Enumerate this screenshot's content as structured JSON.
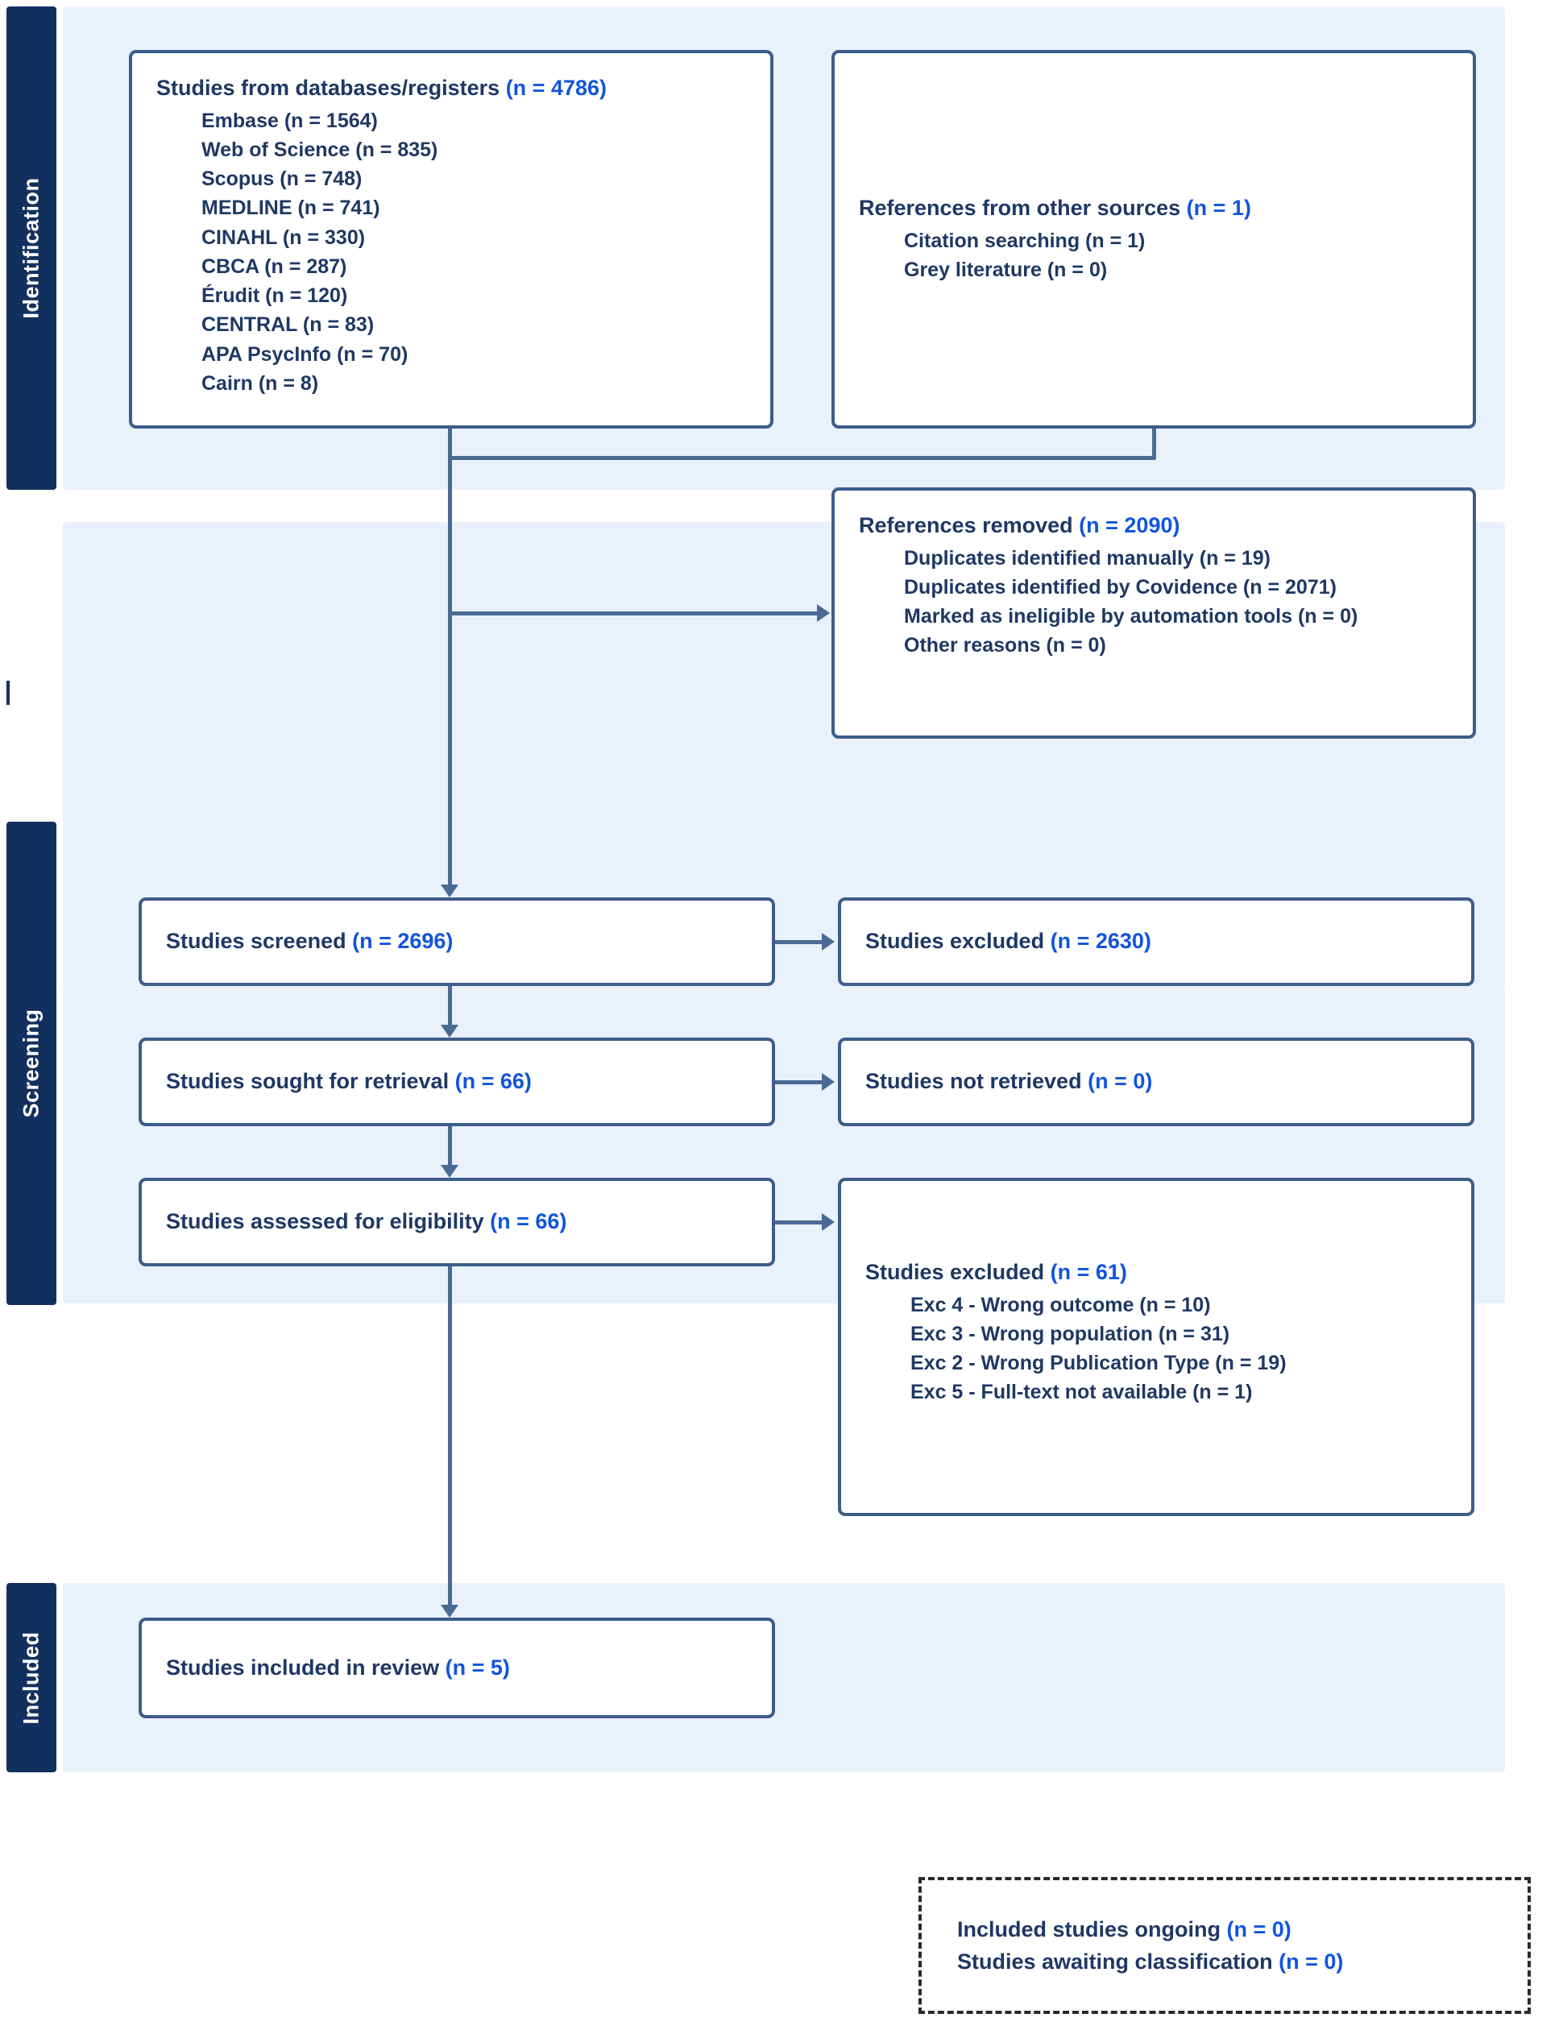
{
  "diagram": {
    "type": "PRISMA flow diagram",
    "stages": [
      {
        "id": "identification",
        "label": "Identification"
      },
      {
        "id": "screening",
        "label": "Screening"
      },
      {
        "id": "included",
        "label": "Included"
      }
    ]
  },
  "identification": {
    "databases_box": {
      "title_label": "Studies from databases/registers",
      "title_count": "(n = 4786)",
      "sources": [
        "Embase (n = 1564)",
        "Web of Science (n = 835)",
        "Scopus (n = 748)",
        "MEDLINE (n = 741)",
        "CINAHL (n = 330)",
        "CBCA (n = 287)",
        "Érudit (n = 120)",
        "CENTRAL (n = 83)",
        "APA PsycInfo (n = 70)",
        "Cairn (n = 8)"
      ]
    },
    "other_sources_box": {
      "title_label": "References from other sources",
      "title_count": "(n = 1)",
      "sources": [
        "Citation searching (n = 1)",
        "Grey literature (n = 0)"
      ]
    },
    "removed_box": {
      "title_label": "References removed",
      "title_count": "(n = 2090)",
      "reasons": [
        "Duplicates identified manually (n = 19)",
        "Duplicates identified by Covidence (n = 2071)",
        "Marked as ineligible by automation tools (n = 0)",
        "Other reasons (n = 0)"
      ]
    }
  },
  "screening": {
    "screened_box": {
      "title_label": "Studies screened",
      "title_count": "(n = 2696)"
    },
    "screened_excluded_box": {
      "title_label": "Studies excluded",
      "title_count": "(n = 2630)"
    },
    "sought_box": {
      "title_label": "Studies sought for retrieval",
      "title_count": "(n = 66)"
    },
    "not_retrieved_box": {
      "title_label": "Studies not retrieved",
      "title_count": "(n = 0)"
    },
    "assessed_box": {
      "title_label": "Studies assessed for eligibility",
      "title_count": "(n = 66)"
    },
    "eligibility_excluded_box": {
      "title_label": "Studies excluded",
      "title_count": "(n = 61)",
      "reasons": [
        "Exc 4 - Wrong outcome (n = 10)",
        "Exc 3 - Wrong population (n = 31)",
        "Exc 2 - Wrong Publication Type (n = 19)",
        "Exc 5 - Full-text not available (n = 1)"
      ]
    }
  },
  "included": {
    "included_box": {
      "title_label": "Studies included in review",
      "title_count": "(n = 5)"
    },
    "ongoing_box": {
      "lines": [
        {
          "label": "Included studies ongoing",
          "count": "(n = 0)"
        },
        {
          "label": "Studies awaiting classification",
          "count": "(n = 0)"
        }
      ]
    }
  },
  "colors": {
    "band_bg": "#e9f1fb",
    "band_label_bg": "#11305e",
    "box_border": "#3d5d8a",
    "text_navy": "#1f3864",
    "count_blue": "#1155dd",
    "connector": "#4a6a96"
  }
}
